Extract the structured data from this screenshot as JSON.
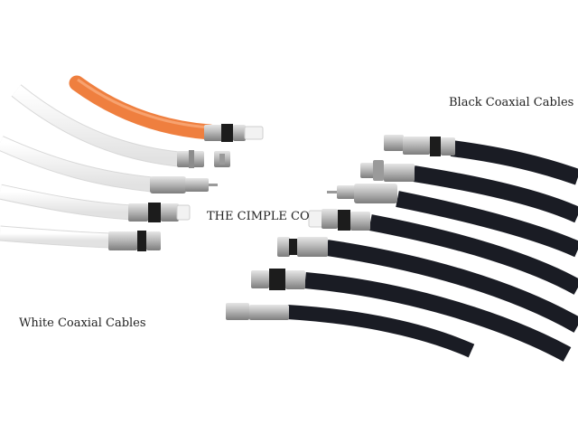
{
  "labels": {
    "black": "Black Coaxial Cables",
    "brand": "THE CIMPLE CO",
    "white": "White Coaxial Cables"
  },
  "colors": {
    "background": "#ffffff",
    "white_cable": "#f4f4f4",
    "orange_cable": "#ef7f3f",
    "black_cable": "#1a1c24",
    "connector_metal": "#b7b7b7",
    "connector_band": "#1a1a1a"
  },
  "objects": {
    "white_cables": [
      "orange-cable",
      "white-cable",
      "white-cable",
      "white-cable",
      "white-cable"
    ],
    "black_cables": [
      "black-cable",
      "black-cable",
      "black-cable",
      "black-cable",
      "black-cable",
      "black-cable",
      "black-cable"
    ]
  }
}
